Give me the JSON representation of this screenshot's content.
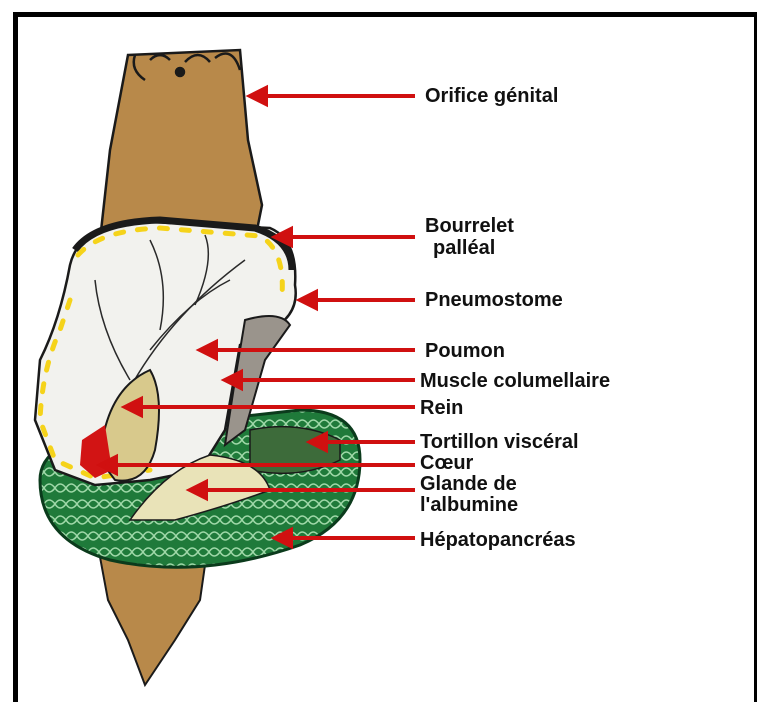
{
  "labels": {
    "orifice_genital": "Orifice génital",
    "bourrelet_line1": "Bourrelet",
    "bourrelet_line2": "palléal",
    "pneumostome": "Pneumostome",
    "poumon": "Poumon",
    "muscle_columellaire": "Muscle columellaire",
    "rein": "Rein",
    "tortillon_visceral": "Tortillon viscéral",
    "coeur": "Cœur",
    "glande_line1": "Glande de",
    "glande_line2": "l'albumine",
    "hepatopancreas": "Hépatopancréas"
  },
  "colors": {
    "body_brown": "#b8894a",
    "mantle_white": "#f2f2ee",
    "liver_green": "#1f7a3a",
    "arrow_red": "#d01010",
    "mantle_dots": "#f5d31a",
    "muscle_grey": "#9a948c",
    "heart_red": "#d21414"
  }
}
